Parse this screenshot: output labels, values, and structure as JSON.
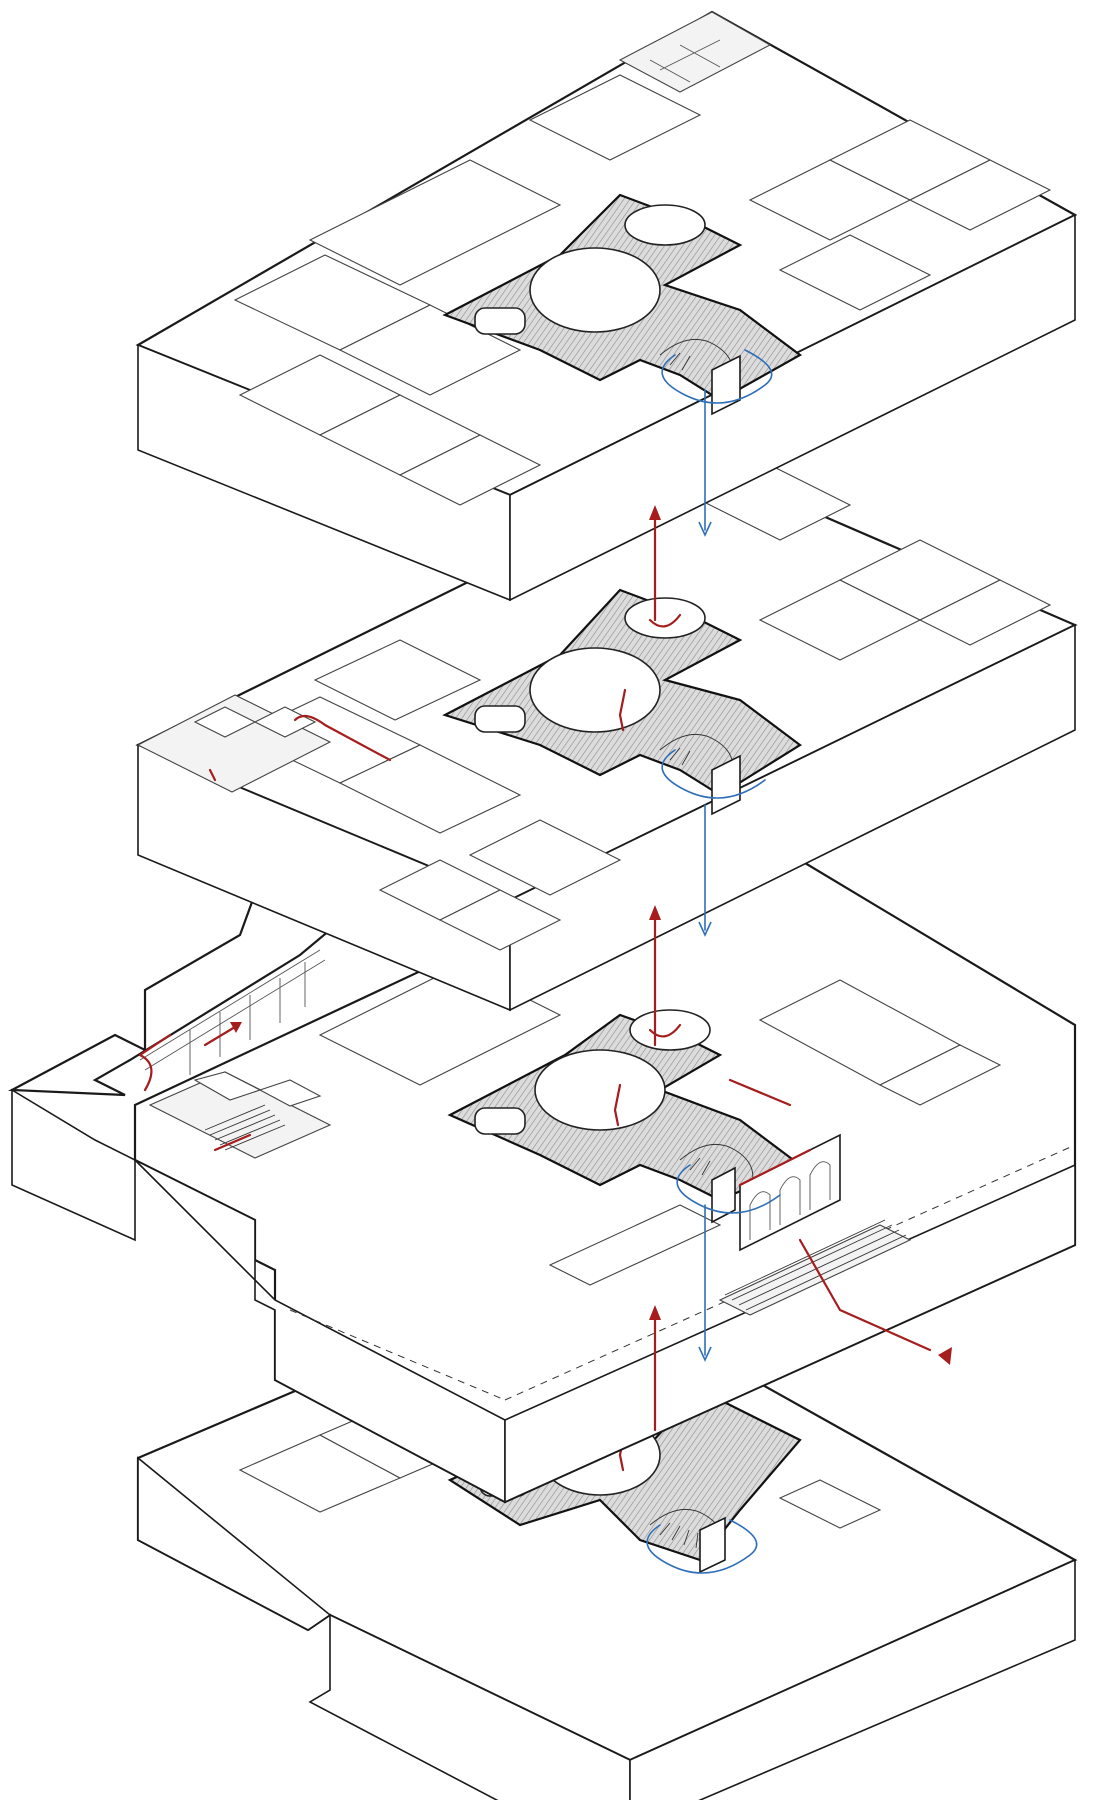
{
  "diagram": {
    "kind": "exploded axonometric floor plan",
    "levels": [
      "level-4",
      "level-3",
      "level-2",
      "level-1"
    ],
    "colors": {
      "background": "#ffffff",
      "line": "#1a1a1a",
      "upward_path": "#a51d1d",
      "downward_path": "#2f6fb7",
      "core_hatch": "#8c8c8c"
    },
    "icons": [
      "red-up-arrow",
      "blue-down-arrow",
      "red-direction-triangle"
    ]
  }
}
